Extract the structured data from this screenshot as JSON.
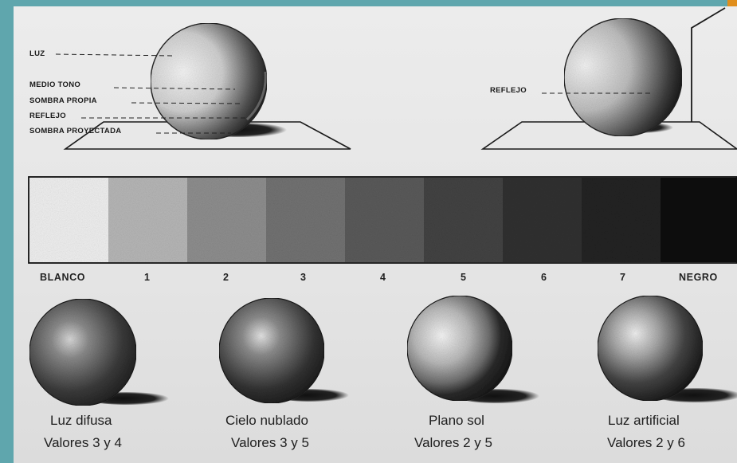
{
  "top_left_labels": [
    "LUZ",
    "MEDIO TONO",
    "SOMBRA PROPIA",
    "REFLEJO",
    "SOMBRA PROYECTADA"
  ],
  "top_right_label": "REFLEJO",
  "value_scale": {
    "labels": [
      "BLANCO",
      "1",
      "2",
      "3",
      "4",
      "5",
      "6",
      "7",
      "NEGRO"
    ],
    "swatches": [
      "#efefef",
      "#b6b6b6",
      "#8e8e8e",
      "#727272",
      "#5a5a5a",
      "#434343",
      "#313131",
      "#222222",
      "#111111"
    ]
  },
  "spheres": [
    {
      "name": "Luz difusa",
      "values": "Valores 3 y 4"
    },
    {
      "name": "Cielo nublado",
      "values": "Valores 3 y 5"
    },
    {
      "name": "Plano sol",
      "values": "Valores 2 y 5"
    },
    {
      "name": "Luz artificial",
      "values": "Valores 2 y 6"
    }
  ],
  "colors": {
    "frame": "#5fa6ad",
    "accent": "#e08e1c",
    "paper": "#e6e6e6"
  }
}
